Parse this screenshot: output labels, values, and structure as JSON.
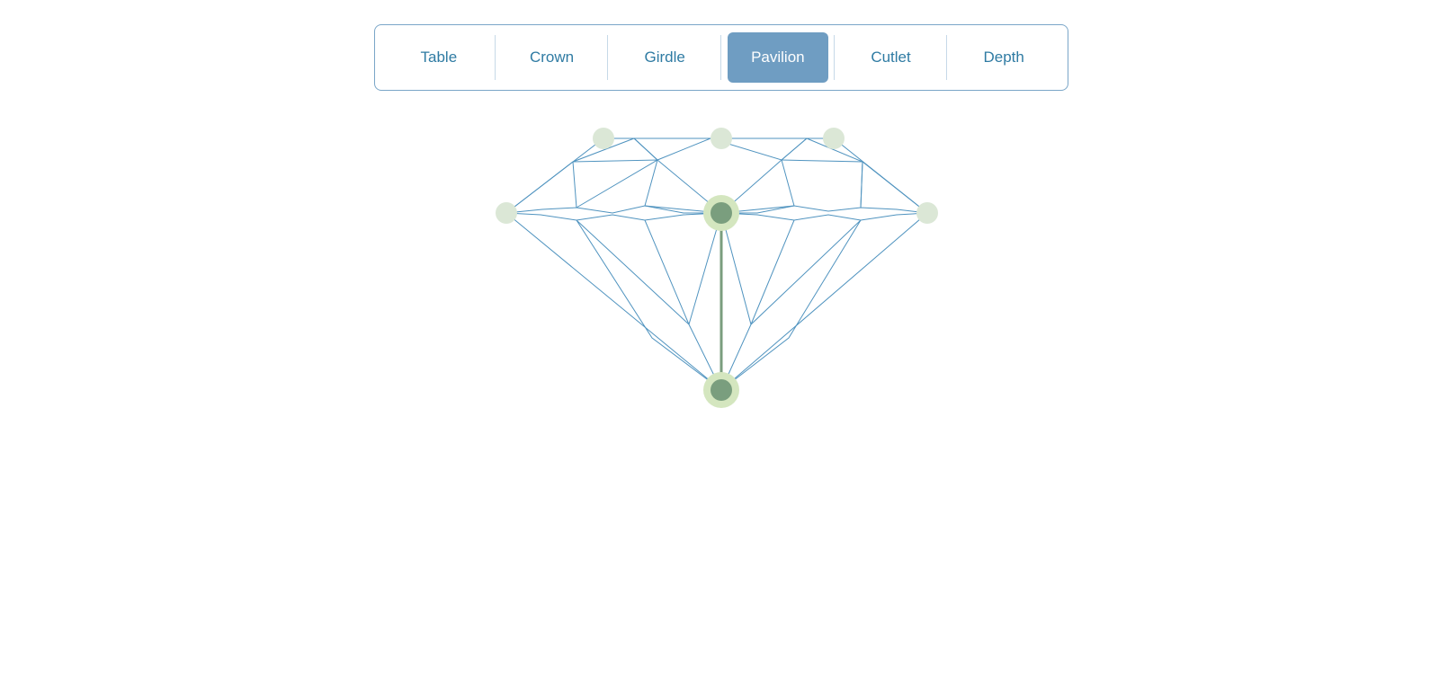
{
  "tabs": [
    {
      "label": "Table",
      "active": false
    },
    {
      "label": "Crown",
      "active": false
    },
    {
      "label": "Girdle",
      "active": false
    },
    {
      "label": "Pavilion",
      "active": true
    },
    {
      "label": "Cutlet",
      "active": false
    },
    {
      "label": "Depth",
      "active": false
    }
  ],
  "selected_measure": "Pavilion",
  "colors": {
    "facet_line": "#4f93bf",
    "node_light": "#dbe7d6",
    "node_active": "#7a9e7e",
    "node_halo": "#d4e6bf",
    "measure_line": "#7a9e7e",
    "tab_text": "#2f7ba3",
    "tab_active_bg": "#6f9dc2"
  }
}
